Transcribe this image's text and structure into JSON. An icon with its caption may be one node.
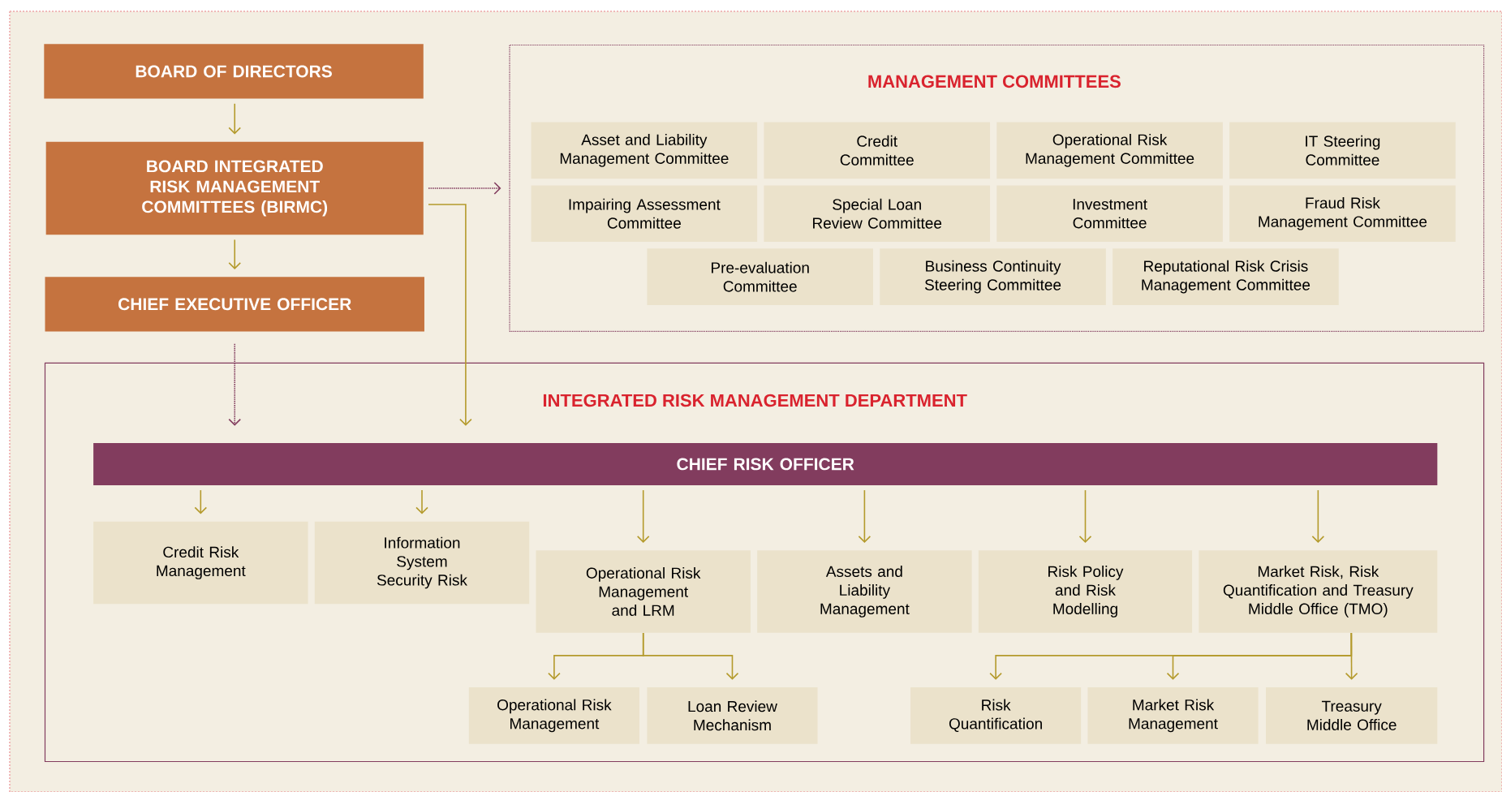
{
  "diagram": {
    "nodes": [
      {
        "text": [
          "BOARD OF DIRECTORS"
        ]
      },
      {
        "text": [
          "BOARD INTEGRATED RISK MANAGEMENT COMMITTEES (BIRMC)"
        ]
      },
      {
        "text": [
          "CHIEF EXECUTIVE OFFICER"
        ]
      },
      {
        "text": [
          "MANAGEMENT COMMITTEES"
        ]
      },
      {
        "text": [
          "Asset and Liability Management Committee"
        ],
        "in": 3
      },
      {
        "text": [
          "Credit Committee"
        ],
        "in": 3
      },
      {
        "text": [
          "Operational Risk Management Committee"
        ],
        "in": 3
      },
      {
        "text": [
          "IT Steering Committee"
        ],
        "in": 3
      },
      {
        "text": [
          "Impairing Assessment Committee"
        ],
        "in": 3
      },
      {
        "text": [
          "Special Loan Review Committee"
        ],
        "in": 3
      },
      {
        "text": [
          "Investment Committee"
        ],
        "in": 3
      },
      {
        "text": [
          "Fraud Risk Management Committee"
        ],
        "in": 3
      },
      {
        "text": [
          "Pre-evaluation Committee"
        ],
        "in": 3
      },
      {
        "text": [
          "Business Continuity Steering Committee"
        ],
        "in": 3
      },
      {
        "text": [
          "Reputational Risk Crisis Management Committee"
        ],
        "in": 3
      },
      {
        "text": [
          "INTEGRATED RISK MANAGEMENT DEPARTMENT"
        ]
      },
      {
        "text": [
          "CHIEF RISK OFFICER"
        ],
        "in": 15
      },
      {
        "text": [
          "Credit Risk Management"
        ],
        "in": 15
      },
      {
        "text": [
          "Information System Security Risk"
        ],
        "in": 15
      },
      {
        "text": [
          "Operational Risk Management and LRM"
        ],
        "in": 15
      },
      {
        "text": [
          "Assets and Liability Management"
        ],
        "in": 15
      },
      {
        "text": [
          "Risk Policy and Risk Modelling"
        ],
        "in": 15
      },
      {
        "text": [
          "Market Risk, Risk Quantification and Treasury Middle Office (TMO)"
        ],
        "in": 15
      },
      {
        "text": [
          "Operational Risk Management"
        ],
        "in": 15
      },
      {
        "text": [
          "Loan Review Mechanism"
        ],
        "in": 15
      },
      {
        "text": [
          "Risk Quantification"
        ],
        "in": 15
      },
      {
        "text": [
          "Market Risk Management"
        ],
        "in": 15
      },
      {
        "text": [
          "Treasury Middle Office"
        ],
        "in": 15
      }
    ],
    "edges": [
      {
        "from": 0,
        "to": 1,
        "arrow": "to"
      },
      {
        "from": 1,
        "to": 3,
        "arrow": "to",
        "style": "dashed",
        "color": "#823c5e"
      },
      {
        "from": 1,
        "to": 16,
        "arrow": "to"
      },
      {
        "from": 1,
        "to": 2,
        "arrow": "to"
      },
      {
        "from": 2,
        "to": 16,
        "arrow": "to",
        "style": "dashed",
        "color": "#823c5e"
      },
      {
        "from": 16,
        "to": 17,
        "arrow": "to"
      },
      {
        "from": 16,
        "to": 18,
        "arrow": "to"
      },
      {
        "from": 16,
        "to": 19,
        "arrow": "to"
      },
      {
        "from": 16,
        "to": 20,
        "arrow": "to"
      },
      {
        "from": 16,
        "to": 21,
        "arrow": "to"
      },
      {
        "from": 16,
        "to": 22,
        "arrow": "to"
      },
      {
        "from": 19,
        "to": 23,
        "arrow": "to"
      },
      {
        "from": 19,
        "to": 24,
        "arrow": "to"
      },
      {
        "from": 22,
        "to": 25,
        "arrow": "to"
      },
      {
        "from": 22,
        "to": 26,
        "arrow": "to"
      },
      {
        "from": 22,
        "to": 27,
        "arrow": "to"
      }
    ]
  }
}
